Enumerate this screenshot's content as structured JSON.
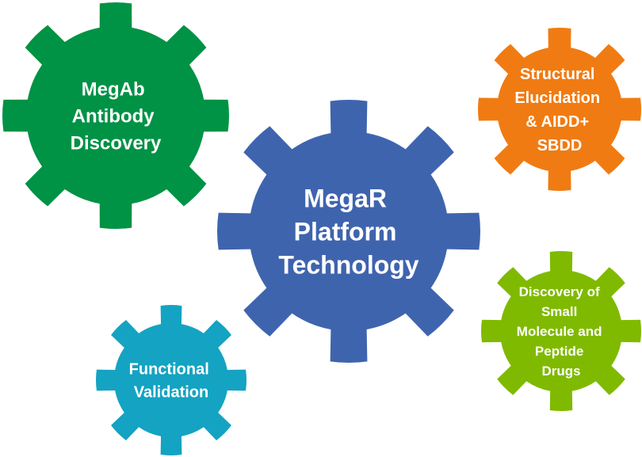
{
  "diagram": {
    "gears": [
      {
        "id": "megab",
        "lines": [
          "MegAb",
          "Antibody",
          "Discovery"
        ],
        "color": "#009245"
      },
      {
        "id": "structural",
        "lines": [
          "Structural",
          "Elucidation",
          "& AIDD+",
          "SBDD"
        ],
        "color": "#f07b12"
      },
      {
        "id": "megar",
        "lines": [
          "MegaR",
          "Platform",
          "Technology"
        ],
        "color": "#3f64ae"
      },
      {
        "id": "small-molecule",
        "lines": [
          "Discovery of",
          "Small",
          "Molecule and",
          "Peptide",
          "Drugs"
        ],
        "color": "#7fba00"
      },
      {
        "id": "functional",
        "lines": [
          "Functional",
          "Validation"
        ],
        "color": "#14a3c2"
      }
    ]
  }
}
